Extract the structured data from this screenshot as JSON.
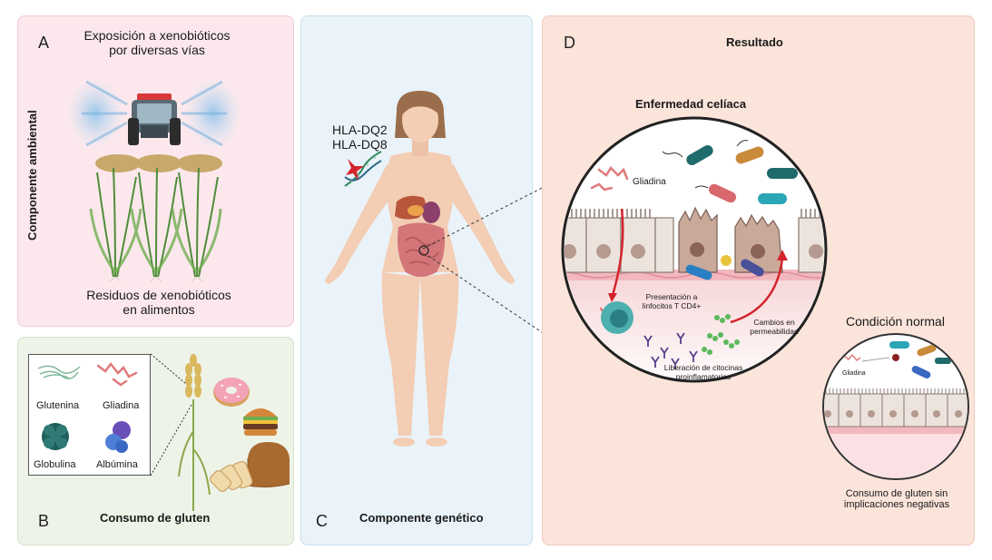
{
  "panel_a": {
    "letter": "A",
    "title_line1": "Exposición a xenobióticos",
    "title_line2": "por diversas vías",
    "vertical_label": "Componente ambiental",
    "bottom_line1": "Residuos de xenobióticos",
    "bottom_line2": "en alimentos"
  },
  "panel_b": {
    "letter": "B",
    "title": "Consumo de gluten",
    "proteins": [
      "Glutenina",
      "Gliadina",
      "Globulina",
      "Albúmina"
    ]
  },
  "panel_c": {
    "letter": "C",
    "title": "Componente genético",
    "gene1": "HLA-DQ2",
    "gene2": "HLA-DQ8"
  },
  "panel_d": {
    "letter": "D",
    "title": "Resultado",
    "celiac_title": "Enfermedad celíaca",
    "gliadin_label": "Gliadina",
    "presentation_line1": "Presentación a",
    "presentation_line2": "linfocitos T CD4+",
    "permeability_line1": "Cambios en",
    "permeability_line2": "permeabilidad",
    "cytokine_line1": "Liberación de citocinas",
    "cytokine_line2": "proinflamatorias",
    "normal_title": "Condición normal",
    "normal_gliadin": "Gliadina",
    "normal_bottom_line1": "Consumo de gluten sin",
    "normal_bottom_line2": "implicaciones negativas"
  },
  "colors": {
    "panel_a": "#fce8ec",
    "panel_b": "#eef3e8",
    "panel_c": "#eaf3f9",
    "panel_d": "#fbe4da",
    "skin": "#f3cdb4",
    "hair": "#9a6e4c",
    "red_arrow": "#d4242b"
  }
}
